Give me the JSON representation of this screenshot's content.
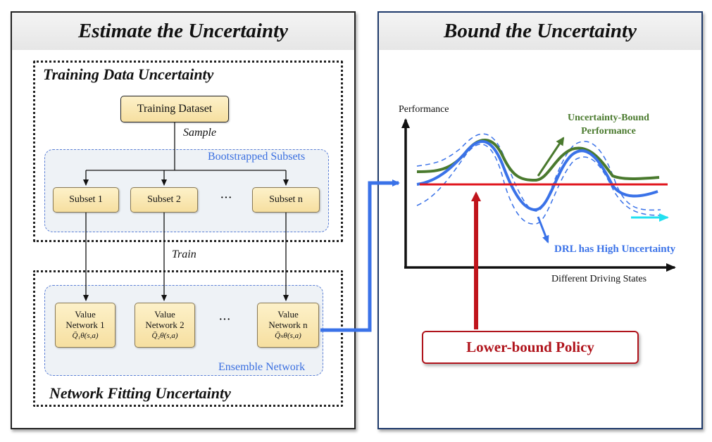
{
  "left_panel": {
    "title": "Estimate the Uncertainty",
    "training_section": {
      "title": "Training Data Uncertainty",
      "dataset": "Training Dataset",
      "sample_label": "Sample",
      "group_label": "Bootstrapped Subsets",
      "subsets": [
        "Subset 1",
        "Subset 2",
        "Subset n"
      ],
      "ellipsis": "···"
    },
    "train_label": "Train",
    "network_section": {
      "title": "Network Fitting Uncertainty",
      "group_label": "Ensemble Network",
      "networks": [
        {
          "line1": "Value",
          "line2": "Network 1",
          "q": "Q̄₁θ(s,a)"
        },
        {
          "line1": "Value",
          "line2": "Network 2",
          "q": "Q̄₂θ(s,a)"
        },
        {
          "line1": "Value",
          "line2": "Network n",
          "q": "Q̄ₙθ(s,a)"
        }
      ],
      "ellipsis": "···"
    }
  },
  "right_panel": {
    "title": "Bound the Uncertainty",
    "y_axis_label": "Performance",
    "x_axis_label": "Different Driving States",
    "bound_label_line1": "Uncertainty-Bound",
    "bound_label_line2": "Performance",
    "drl_label": "DRL has High Uncertainty",
    "policy_label": "Lower-bound Policy"
  },
  "colors": {
    "green": "#4a7a2e",
    "blue": "#3a72e8",
    "red": "#e0141c",
    "dark_red": "#b0141c",
    "cyan": "#22e0f0",
    "group_blue": "#5b7fd6"
  }
}
